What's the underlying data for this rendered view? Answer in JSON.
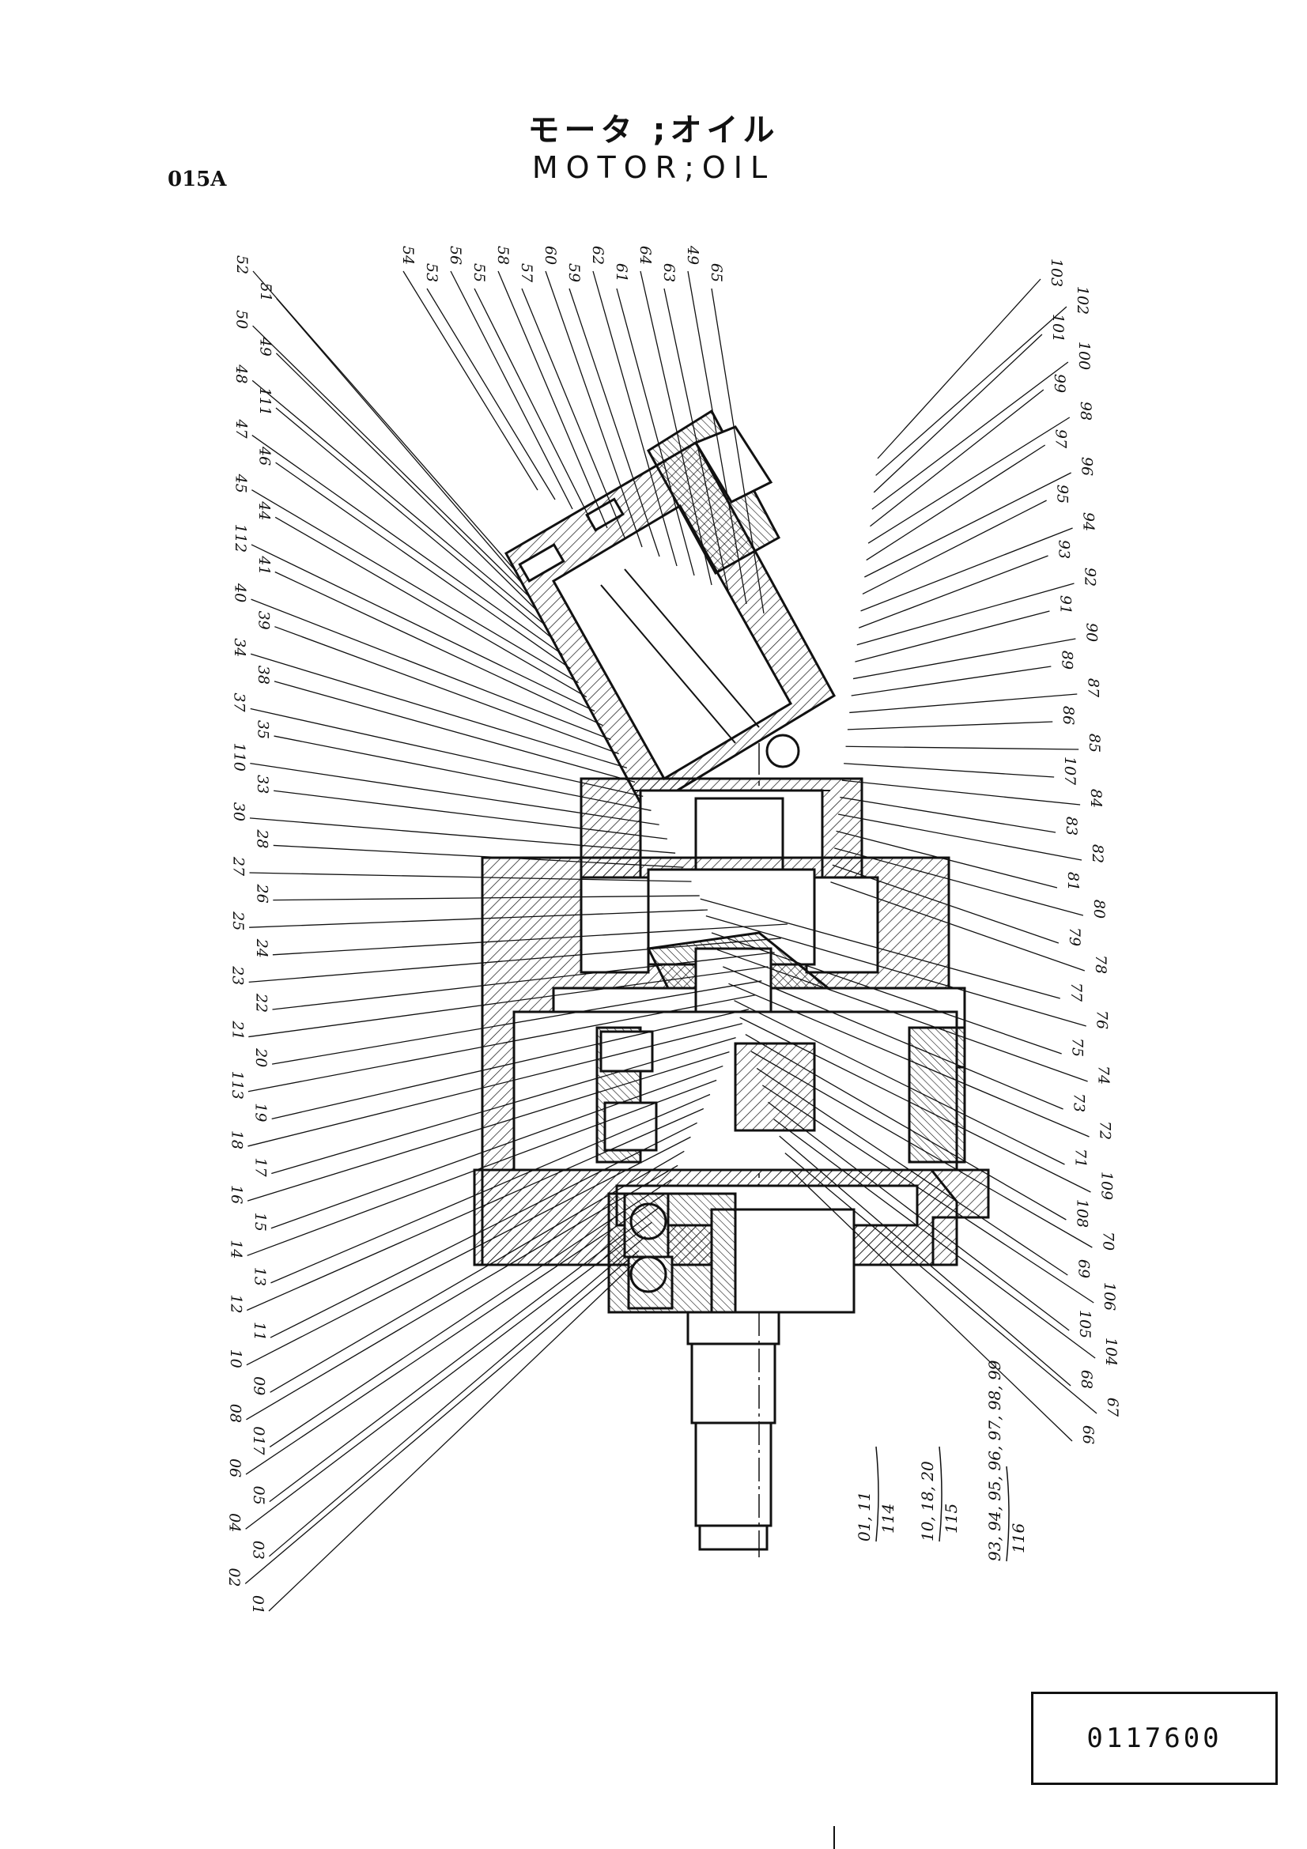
{
  "title": {
    "jp": "モータ ;オイル",
    "en": "MOTOR;OIL"
  },
  "page_code": "015A",
  "document_number": "0117600",
  "callouts_left": [
    "52",
    "51",
    "50",
    "49",
    "48",
    "111",
    "47",
    "46",
    "45",
    "44",
    "112",
    "41",
    "40",
    "39",
    "34",
    "38",
    "37",
    "35",
    "110",
    "33",
    "30",
    "28",
    "27",
    "26",
    "25",
    "24",
    "23",
    "22",
    "21",
    "20",
    "113",
    "19",
    "18",
    "17",
    "16",
    "15",
    "14",
    "13",
    "12",
    "11",
    "10",
    "09",
    "08",
    "017",
    "06",
    "05",
    "04",
    "03",
    "02",
    "01"
  ],
  "callouts_top": [
    "54",
    "53",
    "56",
    "55",
    "58",
    "57",
    "60",
    "59",
    "62",
    "61",
    "64",
    "63",
    "49",
    "65"
  ],
  "callouts_right": [
    "103",
    "102",
    "101",
    "100",
    "99",
    "98",
    "97",
    "96",
    "95",
    "94",
    "93",
    "92",
    "91",
    "90",
    "89",
    "87",
    "86",
    "85",
    "107",
    "84",
    "83",
    "82",
    "81",
    "80",
    "79",
    "78",
    "77",
    "76",
    "75",
    "74",
    "73",
    "72",
    "71",
    "109",
    "108",
    "70",
    "69",
    "106",
    "105",
    "104",
    "68",
    "67",
    "66"
  ],
  "assembly_notes": [
    {
      "parts": "01, 11",
      "set": "114"
    },
    {
      "parts": "10, 18, 20",
      "set": "115"
    },
    {
      "parts": "93, 94, 95, 96, 97, 98, 99",
      "set": "116"
    }
  ]
}
